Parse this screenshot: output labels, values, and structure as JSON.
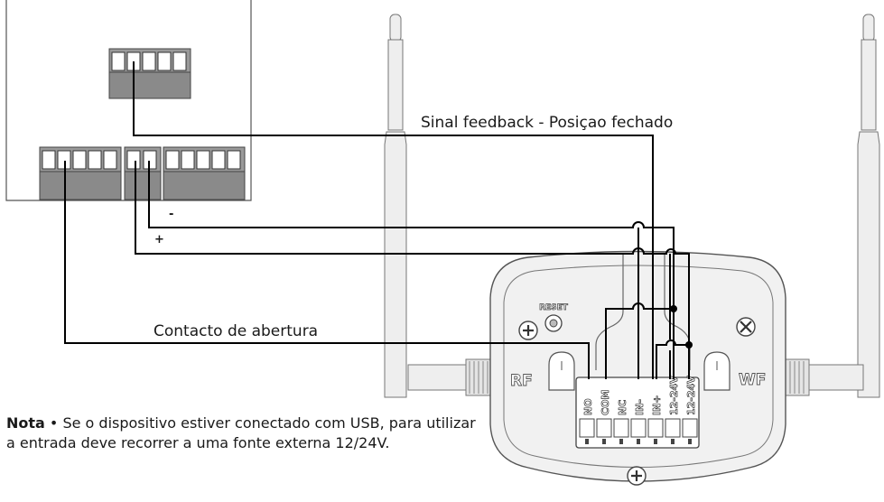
{
  "labels": {
    "feedback": "Sinal feedback - Posiçao fechado",
    "opening_contact": "Contacto de abertura",
    "minus": "-",
    "plus": "+"
  },
  "device": {
    "reset": "RESET",
    "rf": "RF",
    "wf": "WF",
    "terminals": [
      "NO",
      "COM",
      "NC",
      "IN-",
      "IN+",
      "12-24V",
      "12-24V"
    ]
  },
  "note": {
    "title": "Nota",
    "bullet": "•",
    "text": "Se o dispositivo estiver conectado com USB, para utilizar a entrada deve recorrer a uma fonte externa 12/24V."
  },
  "colors": {
    "wire": "#000000",
    "device_outline": "#555555",
    "device_fill": "#f1f1f1",
    "connector_fill": "#9a9a9a",
    "antenna_fill": "#eeeeee"
  }
}
